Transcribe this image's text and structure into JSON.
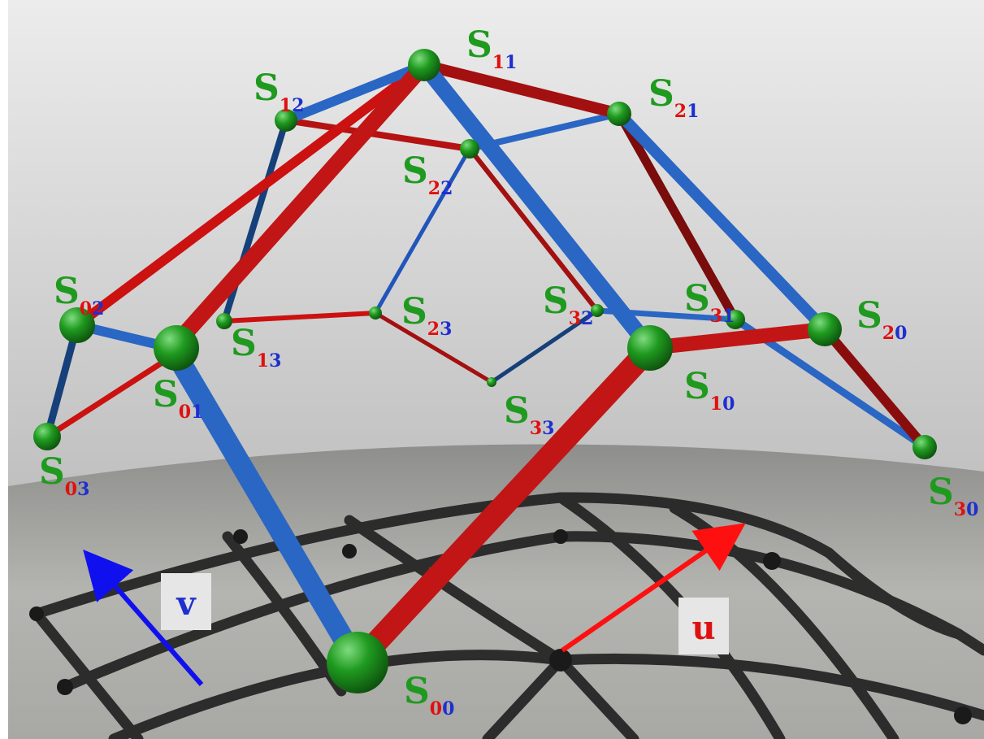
{
  "colors": {
    "u_direction": "#cc1111",
    "v_direction": "#2255bb",
    "control_point": "#1f9a1f",
    "u_index": "#e01010",
    "v_index": "#1e2fd0",
    "surface_grid": "#222222"
  },
  "axes": {
    "u_label": "u",
    "v_label": "v"
  },
  "control_points": [
    {
      "id": "S00",
      "letter": "S",
      "i": "0",
      "j": "0"
    },
    {
      "id": "S01",
      "letter": "S",
      "i": "0",
      "j": "1"
    },
    {
      "id": "S02",
      "letter": "S",
      "i": "0",
      "j": "2"
    },
    {
      "id": "S03",
      "letter": "S",
      "i": "0",
      "j": "3"
    },
    {
      "id": "S10",
      "letter": "S",
      "i": "1",
      "j": "0"
    },
    {
      "id": "S11",
      "letter": "S",
      "i": "1",
      "j": "1"
    },
    {
      "id": "S12",
      "letter": "S",
      "i": "1",
      "j": "2"
    },
    {
      "id": "S13",
      "letter": "S",
      "i": "1",
      "j": "3"
    },
    {
      "id": "S20",
      "letter": "S",
      "i": "2",
      "j": "0"
    },
    {
      "id": "S21",
      "letter": "S",
      "i": "2",
      "j": "1"
    },
    {
      "id": "S22",
      "letter": "S",
      "i": "2",
      "j": "2"
    },
    {
      "id": "S23",
      "letter": "S",
      "i": "2",
      "j": "3"
    },
    {
      "id": "S30",
      "letter": "S",
      "i": "3",
      "j": "0"
    },
    {
      "id": "S31",
      "letter": "S",
      "i": "3",
      "j": "1"
    },
    {
      "id": "S32",
      "letter": "S",
      "i": "3",
      "j": "2"
    },
    {
      "id": "S33",
      "letter": "S",
      "i": "3",
      "j": "3"
    }
  ]
}
